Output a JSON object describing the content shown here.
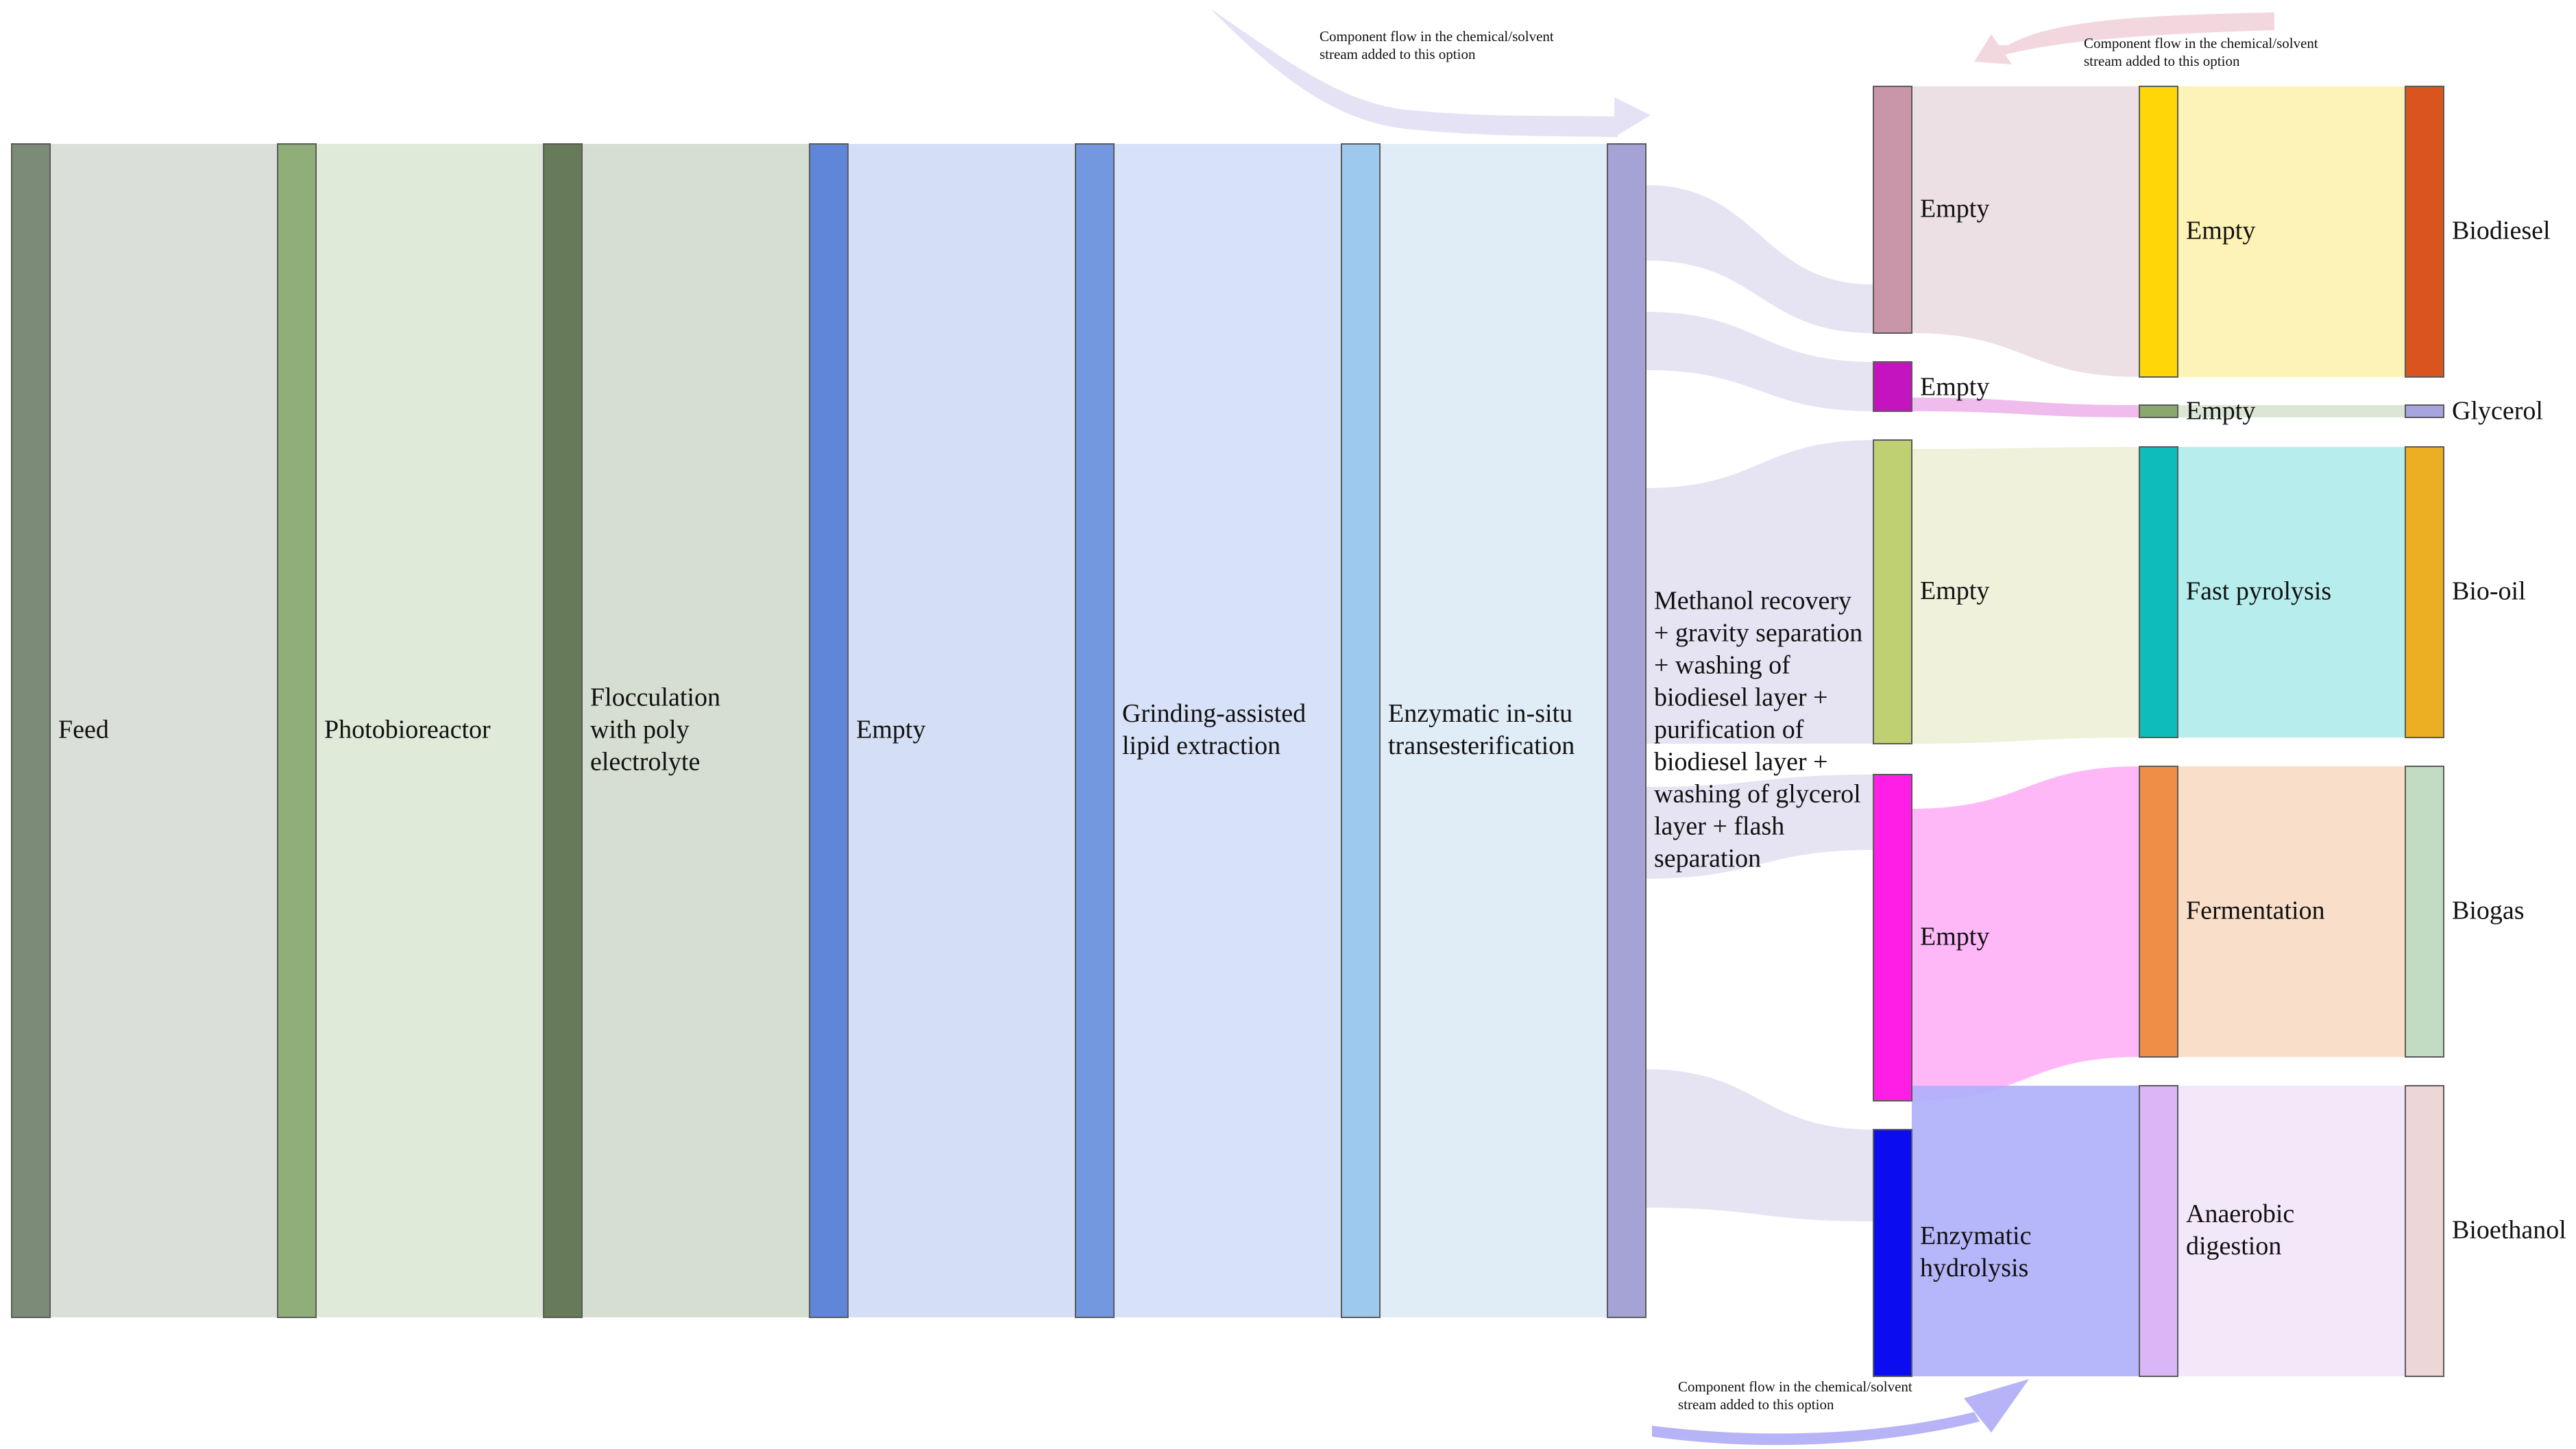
{
  "diagram": {
    "type": "sankey",
    "nodes": [
      {
        "id": "feed",
        "label": [
          "Feed"
        ],
        "color": "#7b8b78"
      },
      {
        "id": "photobioreactor",
        "label": [
          "Photobioreactor"
        ],
        "color": "#8fae78"
      },
      {
        "id": "flocculation",
        "label": [
          "Flocculation",
          "with poly",
          "electrolyte"
        ],
        "color": "#677a59"
      },
      {
        "id": "empty-col4",
        "label": [
          "Empty"
        ],
        "color": "#5f86d8"
      },
      {
        "id": "grinding",
        "label": [
          "Grinding-assisted",
          "lipid extraction"
        ],
        "color": "#7398e0"
      },
      {
        "id": "enzymatic-insitu",
        "label": [
          "Enzymatic in-situ",
          "transesterification"
        ],
        "color": "#9ec9ee"
      },
      {
        "id": "methanol-recovery",
        "label": [
          "Methanol recovery",
          "+ gravity separation",
          "+ washing of",
          "biodiesel layer +",
          "purification of",
          "biodiesel layer +",
          "washing of glycerol",
          "layer + flash",
          "separation"
        ],
        "color": "#a5a3d6"
      },
      {
        "id": "empty-a",
        "label": [
          "Empty"
        ],
        "color": "#c896a8"
      },
      {
        "id": "empty-b",
        "label": [
          "Empty"
        ],
        "color": "#c414c0"
      },
      {
        "id": "empty-c",
        "label": [
          "Empty"
        ],
        "color": "#bfd072"
      },
      {
        "id": "empty-d",
        "label": [
          "Empty"
        ],
        "color": "#ff1ee6"
      },
      {
        "id": "enzymatic-hydrolysis",
        "label": [
          "Enzymatic",
          "hydrolysis"
        ],
        "color": "#0c0cf0"
      },
      {
        "id": "empty-e",
        "label": [
          "Empty"
        ],
        "color": "#ffd708"
      },
      {
        "id": "empty-f",
        "label": [
          "Empty"
        ],
        "color": "#8aa86e"
      },
      {
        "id": "fast-pyrolysis",
        "label": [
          "Fast pyrolysis"
        ],
        "color": "#0ebcbc"
      },
      {
        "id": "fermentation",
        "label": [
          "Fermentation"
        ],
        "color": "#ef8e46"
      },
      {
        "id": "anaerobic-digestion",
        "label": [
          "Anaerobic",
          "digestion"
        ],
        "color": "#dab6f6"
      },
      {
        "id": "biodiesel",
        "label": [
          "Biodiesel"
        ],
        "color": "#d9541e"
      },
      {
        "id": "glycerol",
        "label": [
          "Glycerol"
        ],
        "color": "#a8a4e0"
      },
      {
        "id": "bio-oil",
        "label": [
          "Bio-oil"
        ],
        "color": "#ecae22"
      },
      {
        "id": "biogas",
        "label": [
          "Biogas"
        ],
        "color": "#c2dcc4"
      },
      {
        "id": "bioethanol",
        "label": [
          "Bioethanol"
        ],
        "color": "#ecd6d6"
      }
    ],
    "links": [
      {
        "source": "feed",
        "target": "photobioreactor",
        "color": "#d8dcd6"
      },
      {
        "source": "photobioreactor",
        "target": "flocculation",
        "color": "#dce8d6"
      },
      {
        "source": "flocculation",
        "target": "empty-col4",
        "color": "#d3dacd"
      },
      {
        "source": "empty-col4",
        "target": "grinding",
        "color": "#d0dcf4"
      },
      {
        "source": "grinding",
        "target": "enzymatic-insitu",
        "color": "#d4def6"
      },
      {
        "source": "enzymatic-insitu",
        "target": "methanol-recovery",
        "color": "#ddebf6"
      },
      {
        "source": "methanol-recovery",
        "target": "empty-a",
        "color": "#e4e2f2"
      },
      {
        "source": "methanol-recovery",
        "target": "empty-b",
        "color": "#e4e2f2"
      },
      {
        "source": "methanol-recovery",
        "target": "empty-c",
        "color": "#e4e2f2"
      },
      {
        "source": "methanol-recovery",
        "target": "empty-d",
        "color": "#e4e2f2"
      },
      {
        "source": "methanol-recovery",
        "target": "enzymatic-hydrolysis",
        "color": "#e4e2f2"
      },
      {
        "source": "empty-a",
        "target": "empty-e",
        "color": "#ecdde2"
      },
      {
        "source": "empty-b",
        "target": "empty-f",
        "color": "#eeb6ec"
      },
      {
        "source": "empty-c",
        "target": "fast-pyrolysis",
        "color": "#eef0d8"
      },
      {
        "source": "empty-d",
        "target": "fermentation",
        "color": "#ffb2f6"
      },
      {
        "source": "enzymatic-hydrolysis",
        "target": "anaerobic-digestion",
        "color": "#b0b0fa"
      },
      {
        "source": "empty-e",
        "target": "biodiesel",
        "color": "#fdf2b0"
      },
      {
        "source": "empty-f",
        "target": "glycerol",
        "color": "#d9e4d2"
      },
      {
        "source": "fast-pyrolysis",
        "target": "bio-oil",
        "color": "#b2ecec"
      },
      {
        "source": "fermentation",
        "target": "biogas",
        "color": "#f8dcc4"
      },
      {
        "source": "anaerobic-digestion",
        "target": "bioethanol",
        "color": "#f2e6fa"
      }
    ],
    "annotations": [
      {
        "id": "top-left",
        "lines": [
          "Component flow in the chemical/solvent",
          "stream added to this option"
        ],
        "arrow_color": "#e4e2f4"
      },
      {
        "id": "top-right",
        "lines": [
          "Component flow in the chemical/solvent",
          "stream added to this option"
        ],
        "arrow_color": "#f2d8de"
      },
      {
        "id": "bottom",
        "lines": [
          "Component flow in the chemical/solvent",
          "stream added to this option"
        ],
        "arrow_color": "#b6b4f6"
      }
    ]
  }
}
